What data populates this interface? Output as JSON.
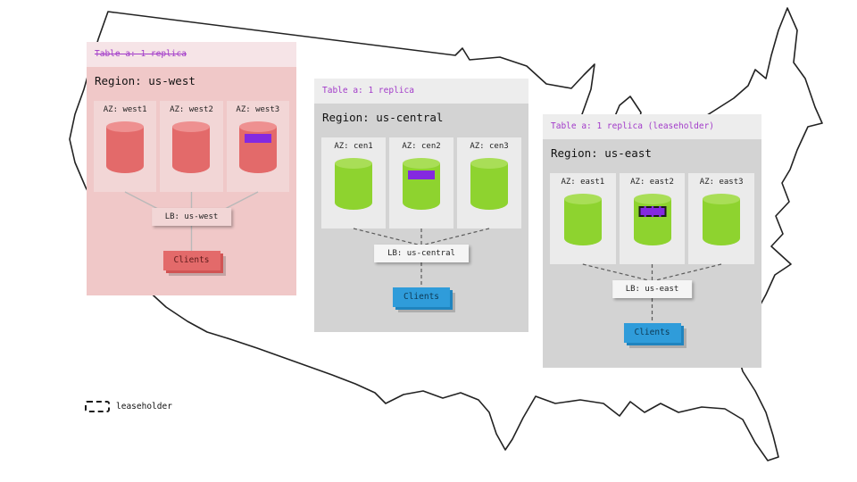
{
  "legend": {
    "label": "leaseholder"
  },
  "colors": {
    "purple-text": "#a23bc9",
    "range-purple": "#8429e0",
    "cyl-green": "#8ed32f",
    "cyl-green-top": "#a9de57",
    "cyl-red": "#e36a6a",
    "cyl-red-top": "#ee9090",
    "clients-blue": "#2f9cda"
  },
  "regions": [
    {
      "name": "us-west",
      "table_label": "Table a: 1 replica",
      "struck": true,
      "region_label": "Region: us-west",
      "azs": [
        {
          "label": "AZ: west1",
          "range": "none"
        },
        {
          "label": "AZ: west2",
          "range": "none"
        },
        {
          "label": "AZ: west3",
          "range": "replica"
        }
      ],
      "lb_label": "LB: us-west",
      "clients_label": "Clients"
    },
    {
      "name": "us-central",
      "table_label": "Table a: 1 replica",
      "struck": false,
      "region_label": "Region: us-central",
      "azs": [
        {
          "label": "AZ: cen1",
          "range": "none"
        },
        {
          "label": "AZ: cen2",
          "range": "replica"
        },
        {
          "label": "AZ: cen3",
          "range": "none"
        }
      ],
      "lb_label": "LB: us-central",
      "clients_label": "Clients"
    },
    {
      "name": "us-east",
      "table_label": "Table a: 1 replica (leaseholder)",
      "struck": false,
      "region_label": "Region: us-east",
      "azs": [
        {
          "label": "AZ: east1",
          "range": "none"
        },
        {
          "label": "AZ: east2",
          "range": "leaseholder"
        },
        {
          "label": "AZ: east3",
          "range": "none"
        }
      ],
      "lb_label": "LB: us-east",
      "clients_label": "Clients"
    }
  ]
}
